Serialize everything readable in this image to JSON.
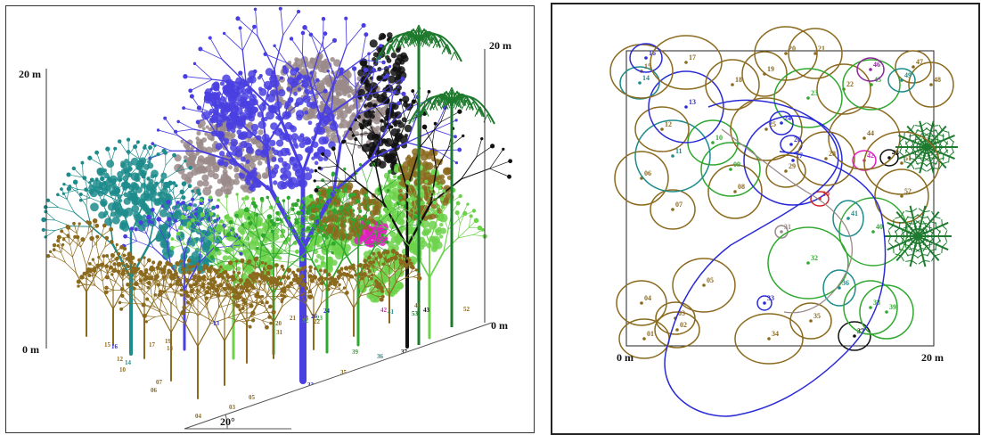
{
  "left_panel": {
    "scale_left_top": "20 m",
    "scale_left_bottom": "0 m",
    "scale_right_top": "20 m",
    "scale_right_bottom": "0 m",
    "slope_label": "20°"
  },
  "right_panel": {
    "axis_origin": "0 m",
    "axis_end": "20 m"
  },
  "colors": {
    "olive": "#8B6A1E",
    "teal": "#1E8C8C",
    "blue": "#2B2BD6",
    "purple_blue": "#4A3FE0",
    "green": "#2FA82F",
    "light_green": "#6CD24A",
    "grey_brown": "#9A8A8A",
    "black": "#111111",
    "magenta": "#E020C0",
    "red": "#D02828",
    "dark_green": "#1E7A2E",
    "purple": "#8A2A9A"
  },
  "trees_profile": [
    {
      "id": "01",
      "c": "olive"
    },
    {
      "id": "02",
      "c": "olive"
    },
    {
      "id": "03",
      "c": "olive"
    },
    {
      "id": "04",
      "c": "olive"
    },
    {
      "id": "05",
      "c": "olive"
    },
    {
      "id": "06",
      "c": "olive"
    },
    {
      "id": "07",
      "c": "olive"
    },
    {
      "id": "10",
      "c": "olive"
    },
    {
      "id": "12",
      "c": "olive"
    },
    {
      "id": "13",
      "c": "blue"
    },
    {
      "id": "14",
      "c": "teal"
    },
    {
      "id": "15",
      "c": "olive"
    },
    {
      "id": "16",
      "c": "blue"
    },
    {
      "id": "17",
      "c": "olive"
    },
    {
      "id": "18",
      "c": "olive"
    },
    {
      "id": "19",
      "c": "olive"
    },
    {
      "id": "20",
      "c": "olive"
    },
    {
      "id": "21",
      "c": "olive"
    },
    {
      "id": "22",
      "c": "olive"
    },
    {
      "id": "23",
      "c": "green"
    },
    {
      "id": "24",
      "c": "blue"
    },
    {
      "id": "26",
      "c": "blue"
    },
    {
      "id": "27",
      "c": "blue"
    },
    {
      "id": "28",
      "c": "olive"
    },
    {
      "id": "31",
      "c": "olive"
    },
    {
      "id": "32",
      "c": "green"
    },
    {
      "id": "33",
      "c": "blue"
    },
    {
      "id": "34",
      "c": "olive"
    },
    {
      "id": "35",
      "c": "olive"
    },
    {
      "id": "36",
      "c": "teal"
    },
    {
      "id": "37",
      "c": "black"
    },
    {
      "id": "39",
      "c": "green"
    },
    {
      "id": "41",
      "c": "teal"
    },
    {
      "id": "42",
      "c": "magenta"
    },
    {
      "id": "43",
      "c": "black"
    },
    {
      "id": "46",
      "c": "olive"
    },
    {
      "id": "52",
      "c": "olive"
    },
    {
      "id": "53",
      "c": "dark_green"
    }
  ],
  "crowns_map": [
    {
      "id": "01",
      "c": "olive"
    },
    {
      "id": "02",
      "c": "olive"
    },
    {
      "id": "03",
      "c": "olive"
    },
    {
      "id": "04",
      "c": "olive"
    },
    {
      "id": "05",
      "c": "olive"
    },
    {
      "id": "06",
      "c": "olive"
    },
    {
      "id": "07",
      "c": "olive"
    },
    {
      "id": "08",
      "c": "olive"
    },
    {
      "id": "09",
      "c": "green"
    },
    {
      "id": "10",
      "c": "green"
    },
    {
      "id": "11",
      "c": "teal"
    },
    {
      "id": "12",
      "c": "olive"
    },
    {
      "id": "13",
      "c": "blue"
    },
    {
      "id": "14",
      "c": "teal"
    },
    {
      "id": "15",
      "c": "olive"
    },
    {
      "id": "16",
      "c": "blue"
    },
    {
      "id": "17",
      "c": "olive"
    },
    {
      "id": "18",
      "c": "olive"
    },
    {
      "id": "19",
      "c": "olive"
    },
    {
      "id": "20",
      "c": "olive"
    },
    {
      "id": "21",
      "c": "olive"
    },
    {
      "id": "22",
      "c": "olive"
    },
    {
      "id": "23",
      "c": "green"
    },
    {
      "id": "24",
      "c": "blue"
    },
    {
      "id": "25",
      "c": "olive"
    },
    {
      "id": "26",
      "c": "blue"
    },
    {
      "id": "27",
      "c": "blue"
    },
    {
      "id": "28",
      "c": "olive"
    },
    {
      "id": "29",
      "c": "olive"
    },
    {
      "id": "30",
      "c": "red"
    },
    {
      "id": "31",
      "c": "grey_brown"
    },
    {
      "id": "32",
      "c": "green"
    },
    {
      "id": "33",
      "c": "blue"
    },
    {
      "id": "34",
      "c": "olive"
    },
    {
      "id": "35",
      "c": "olive"
    },
    {
      "id": "36",
      "c": "teal"
    },
    {
      "id": "37",
      "c": "black"
    },
    {
      "id": "38",
      "c": "green"
    },
    {
      "id": "39",
      "c": "green"
    },
    {
      "id": "40",
      "c": "green"
    },
    {
      "id": "41",
      "c": "teal"
    },
    {
      "id": "42",
      "c": "magenta"
    },
    {
      "id": "43",
      "c": "black"
    },
    {
      "id": "44",
      "c": "olive"
    },
    {
      "id": "45",
      "c": "green"
    },
    {
      "id": "46",
      "c": "purple"
    },
    {
      "id": "47",
      "c": "olive"
    },
    {
      "id": "48",
      "c": "olive"
    },
    {
      "id": "49",
      "c": "teal"
    },
    {
      "id": "50",
      "c": "dark_green"
    },
    {
      "id": "51",
      "c": "olive"
    },
    {
      "id": "52",
      "c": "olive"
    },
    {
      "id": "53",
      "c": "dark_green"
    }
  ]
}
